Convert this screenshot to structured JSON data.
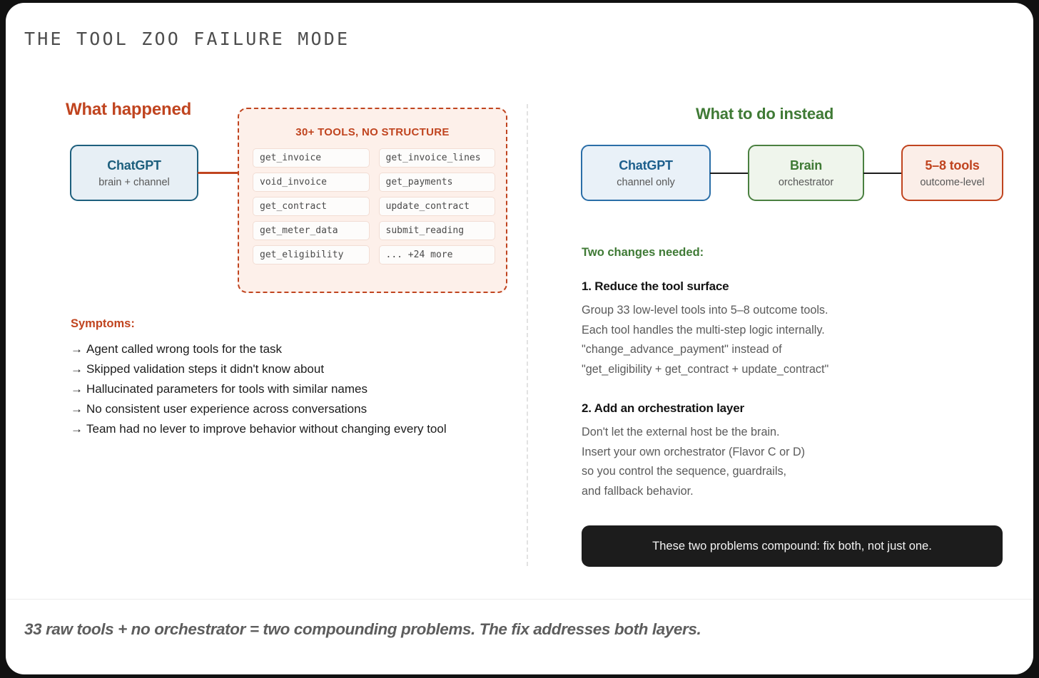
{
  "title": "THE TOOL ZOO FAILURE MODE",
  "colors": {
    "rust": "#c0441f",
    "green": "#3f7a35",
    "blue": "#1d5f7d",
    "dark": "#1c1c1c",
    "card_bg": "#ffffff",
    "zoo_bg": "#fdf0ea"
  },
  "left": {
    "heading": "What happened",
    "node": {
      "title": "ChatGPT",
      "subtitle": "brain + channel"
    },
    "zoo": {
      "title": "30+ TOOLS, NO STRUCTURE",
      "tools": [
        "get_invoice",
        "get_invoice_lines",
        "void_invoice",
        "get_payments",
        "get_contract",
        "update_contract",
        "get_meter_data",
        "submit_reading",
        "get_eligibility",
        "... +24 more"
      ]
    },
    "symptoms_heading": "Symptoms:",
    "symptom_arrow": "→",
    "symptoms": [
      "Agent called wrong tools for the task",
      "Skipped validation steps it didn't know about",
      "Hallucinated parameters for tools with similar names",
      "No consistent user experience across conversations",
      "Team had no lever to improve behavior without changing every tool"
    ]
  },
  "right": {
    "heading": "What to do instead",
    "nodes": [
      {
        "title": "ChatGPT",
        "subtitle": "channel only"
      },
      {
        "title": "Brain",
        "subtitle": "orchestrator"
      },
      {
        "title": "5–8 tools",
        "subtitle": "outcome-level"
      }
    ],
    "two_changes_heading": "Two changes needed:",
    "blocks": [
      {
        "heading": "1. Reduce the tool surface",
        "lines": [
          "Group 33 low-level tools into 5–8 outcome tools.",
          "Each tool handles the multi-step logic internally.",
          "\"change_advance_payment\" instead of",
          "\"get_eligibility + get_contract + update_contract\""
        ]
      },
      {
        "heading": "2. Add an orchestration layer",
        "lines": [
          "Don't let the external host be the brain.",
          "Insert your own orchestrator (Flavor C or D)",
          "so you control the sequence, guardrails,",
          "and fallback behavior."
        ]
      }
    ],
    "banner": "These two problems compound: fix both, not just one."
  },
  "footer": "33 raw tools + no orchestrator = two compounding problems. The fix addresses both layers."
}
